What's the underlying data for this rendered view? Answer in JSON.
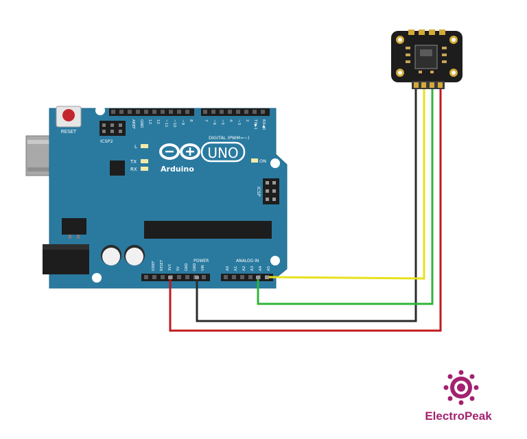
{
  "board": {
    "name": "Arduino",
    "model": "UNO",
    "reset_label": "RESET",
    "icsp2_label": "ICSP2",
    "icsp_label": "ICSP",
    "led_l": "L",
    "led_tx": "TX",
    "led_rx": "RX",
    "on_label": "ON",
    "digital_label": "DIGITAL (PWM=~)",
    "power_label": "POWER",
    "analog_label": "ANALOG IN",
    "top_pins": [
      "AREF",
      "GND",
      "13",
      "12",
      "~11",
      "~10",
      "~9",
      "8",
      "7",
      "~6",
      "~5",
      "4",
      "~3",
      "2",
      "TX▶1",
      "RX◀0"
    ],
    "power_pins": [
      "IOREF",
      "RESET",
      "3V3",
      "5V",
      "GND",
      "GND",
      "VIN"
    ],
    "analog_pins": [
      "A0",
      "A1",
      "A2",
      "A3",
      "A4",
      "A5"
    ]
  },
  "colors": {
    "board": "#2a7aa0",
    "header": "#1d1d1d",
    "wire_red": "#c0191e",
    "wire_black": "#2b2b2b",
    "wire_yellow": "#e6e11b",
    "wire_green": "#2fb53a",
    "brand": "#a3216f"
  },
  "brand": {
    "name": "ElectroPeak"
  }
}
